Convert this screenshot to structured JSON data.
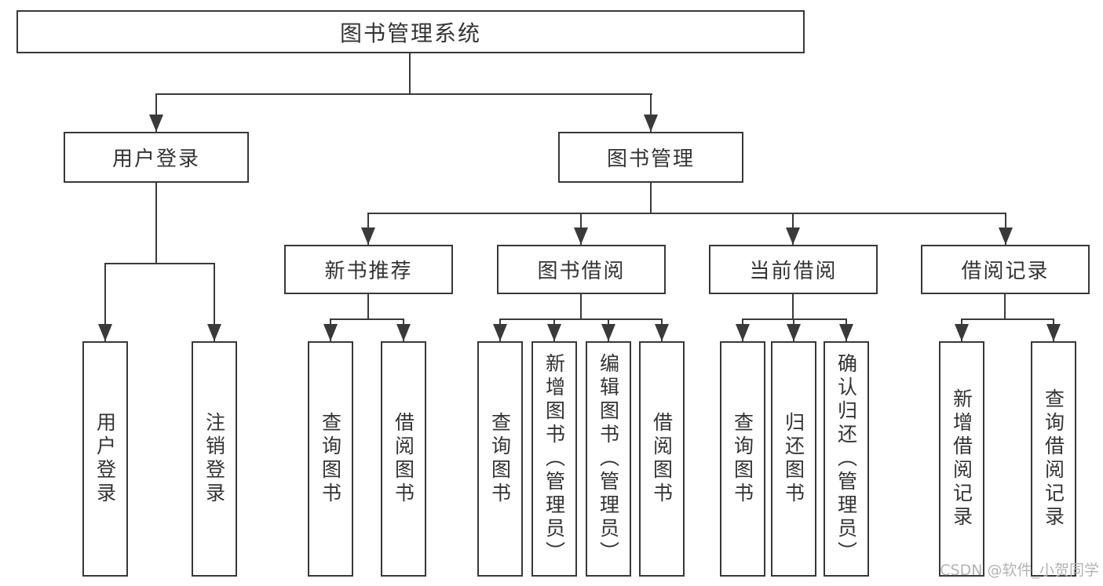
{
  "diagram": {
    "root": "图书管理系统",
    "branches": [
      {
        "label": "用户登录",
        "children": [
          "用户登录",
          "注销登录"
        ]
      },
      {
        "label": "图书管理",
        "sections": [
          {
            "label": "新书推荐",
            "children": [
              "查询图书",
              "借阅图书"
            ]
          },
          {
            "label": "图书借阅",
            "children": [
              "查询图书",
              "新增图书（管理员）",
              "编辑图书（管理员）",
              "借阅图书"
            ]
          },
          {
            "label": "当前借阅",
            "children": [
              "查询图书",
              "归还图书",
              "确认归还（管理员）"
            ]
          },
          {
            "label": "借阅记录",
            "children": [
              "新增借阅记录",
              "查询借阅记录"
            ]
          }
        ]
      }
    ]
  },
  "watermark": "CSDN @软件_小贺同学",
  "colors": {
    "line": "#3a3a3a",
    "text": "#333333",
    "watermark_text": "#b3b3b3",
    "background": "#ffffff"
  }
}
